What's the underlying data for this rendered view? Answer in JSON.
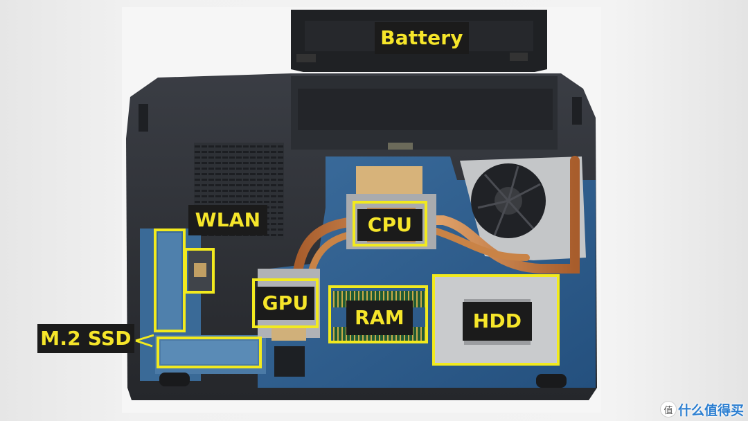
{
  "labels": {
    "battery": "Battery",
    "cpu": "CPU",
    "wlan": "WLAN",
    "gpu": "GPU",
    "ram": "RAM",
    "hdd": "HDD",
    "m2_ssd": "M.2 SSD"
  },
  "watermark": {
    "badge": "值",
    "text": "什么值得买"
  },
  "colors": {
    "label_background": "#1b1b1b",
    "label_text": "#f6e62a",
    "highlight_box": "#f2ea1e",
    "chassis": "#2a2d32",
    "pcb": "#2f5d8e",
    "copper": "#c27a45"
  }
}
